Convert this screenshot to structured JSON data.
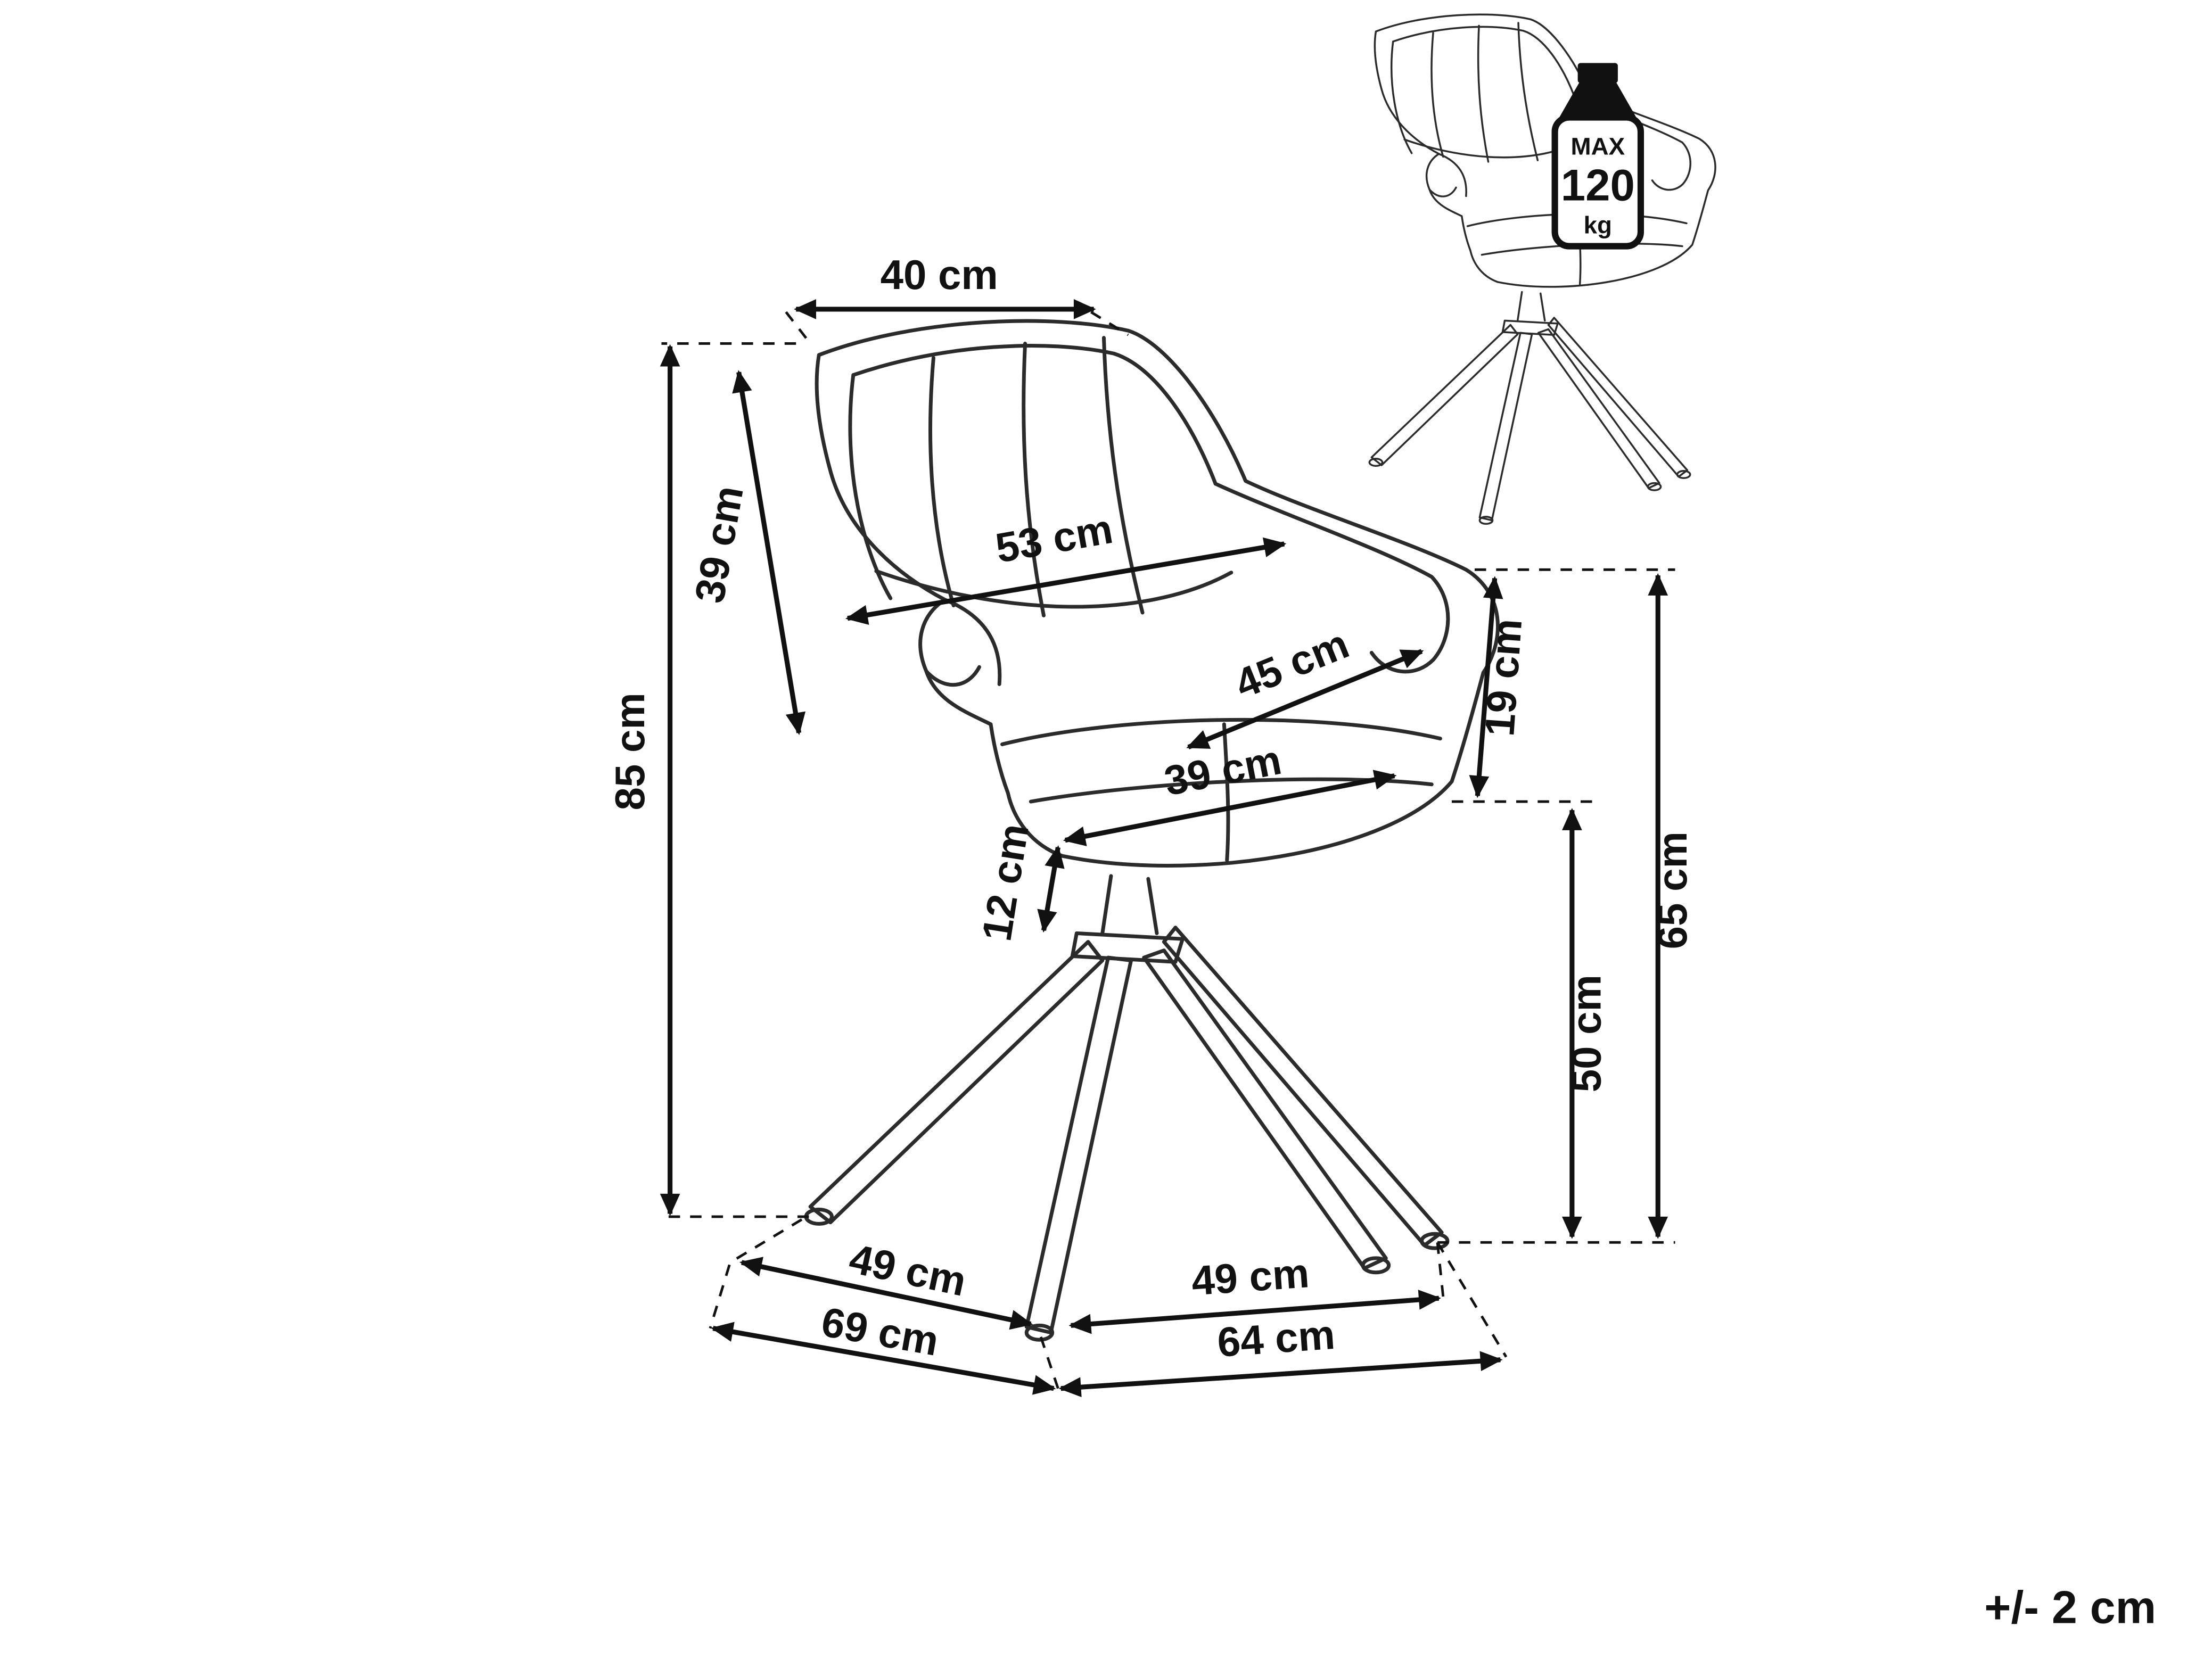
{
  "diagram": {
    "tolerance_note": "+/- 2 cm",
    "line_color": "#111111",
    "weight_badge": {
      "max_label": "MAX",
      "value": "120",
      "unit": "kg"
    },
    "dimensions": {
      "backrest_top_width": "40 cm",
      "backrest_length": "39 cm",
      "inner_back_width": "53 cm",
      "overall_height": "85 cm",
      "seat_depth": "45 cm",
      "seat_width": "39 cm",
      "armrest_above_seat_height": "19 cm",
      "seat_thickness": "12 cm",
      "armrest_floor_height": "65 cm",
      "seat_floor_height": "50 cm",
      "base_inner_depth": "49 cm",
      "base_overall_depth": "69 cm",
      "base_inner_width": "49 cm",
      "base_overall_width": "64 cm"
    }
  }
}
